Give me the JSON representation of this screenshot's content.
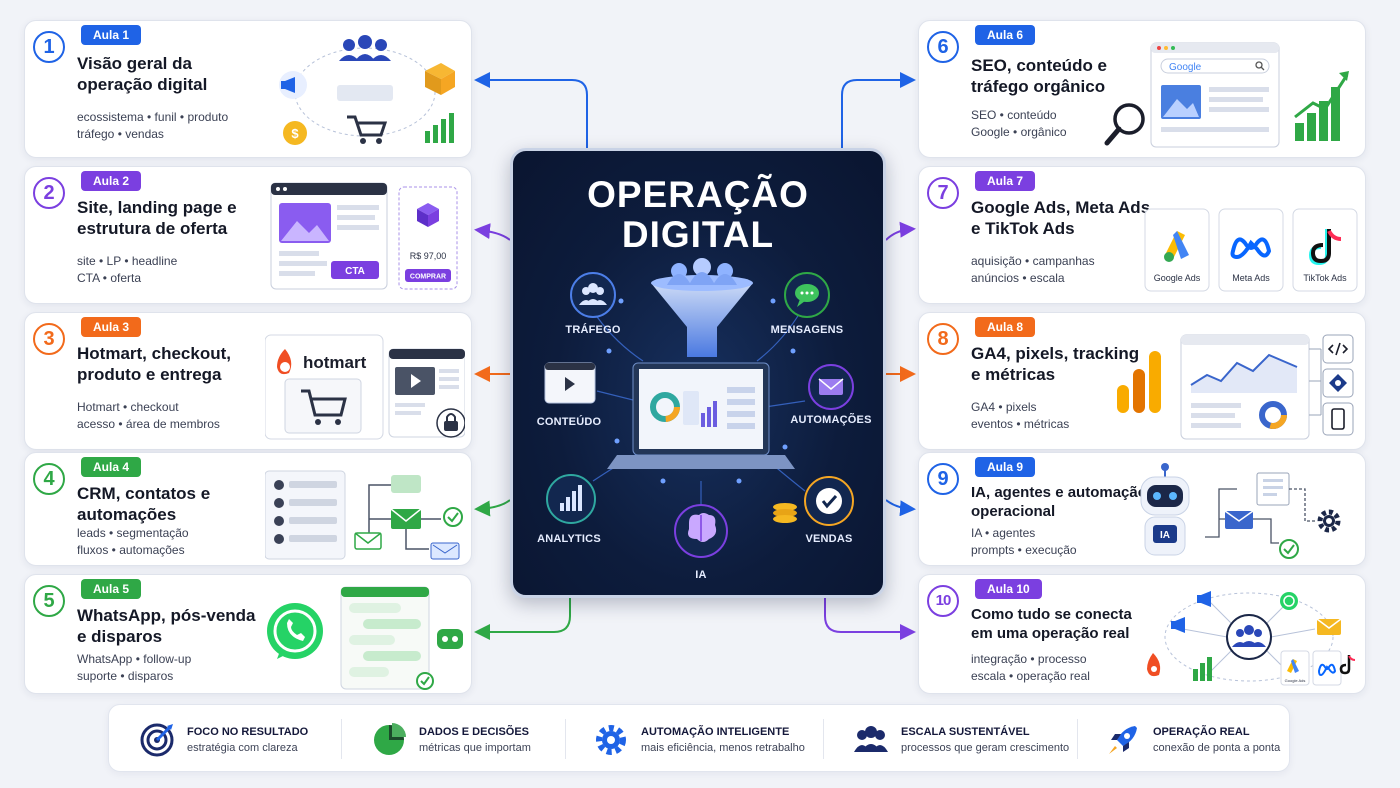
{
  "center": {
    "title_line1": "OPERAÇÃO",
    "title_line2": "DIGITAL",
    "nodes": {
      "trafego": "TRÁFEGO",
      "mensagens": "MENSAGENS",
      "conteudo": "CONTEÚDO",
      "automacoes": "AUTOMAÇÕES",
      "analytics": "ANALYTICS",
      "vendas": "VENDAS",
      "ia": "IA"
    }
  },
  "lessons": [
    {
      "num": "1",
      "badge": "Aula 1",
      "title": "Visão geral da operação digital",
      "tags_line1": "ecossistema  •  funil  •  produto",
      "tags_line2": "tráfego  •  vendas",
      "color": "#1f63e6"
    },
    {
      "num": "2",
      "badge": "Aula 2",
      "title": "Site, landing page e estrutura de oferta",
      "tags_line1": "site  •  LP  •  headline",
      "tags_line2": "CTA  •  oferta",
      "color": "#7b3fe0",
      "illus": {
        "cta": "CTA",
        "price": "R$ 97,00",
        "buy": "COMPRAR"
      }
    },
    {
      "num": "3",
      "badge": "Aula 3",
      "title": "Hotmart, checkout, produto e entrega",
      "tags_line1": "Hotmart  •  checkout",
      "tags_line2": "acesso  •  área de membros",
      "color": "#f26a1b",
      "illus": {
        "brand": "hotmart"
      }
    },
    {
      "num": "4",
      "badge": "Aula 4",
      "title": "CRM, contatos e automações",
      "tags_line1": "leads  •  segmentação",
      "tags_line2": "fluxos  •  automações",
      "color": "#2fa846"
    },
    {
      "num": "5",
      "badge": "Aula 5",
      "title": "WhatsApp, pós-venda e disparos",
      "tags_line1": "WhatsApp  •  follow-up",
      "tags_line2": "suporte  •  disparos",
      "color": "#2fa846"
    },
    {
      "num": "6",
      "badge": "Aula 6",
      "title": "SEO, conteúdo e tráfego orgânico",
      "tags_line1": "SEO  •  conteúdo",
      "tags_line2": "Google  •  orgânico",
      "color": "#1f63e6",
      "illus": {
        "brand": "Google"
      }
    },
    {
      "num": "7",
      "badge": "Aula 7",
      "title": "Google Ads, Meta Ads e TikTok Ads",
      "tags_line1": "aquisição  •  campanhas",
      "tags_line2": "anúncios  •  escala",
      "color": "#7b3fe0",
      "illus": {
        "a": "Google Ads",
        "b": "Meta Ads",
        "c": "TikTok Ads"
      }
    },
    {
      "num": "8",
      "badge": "Aula 8",
      "title": "GA4, pixels, tracking e métricas",
      "tags_line1": "GA4  •  pixels",
      "tags_line2": "eventos  •  métricas",
      "color": "#f26a1b"
    },
    {
      "num": "9",
      "badge": "Aula 9",
      "title": "IA, agentes e automação operacional",
      "tags_line1": "IA  •  agentes",
      "tags_line2": "prompts  •  execução",
      "color": "#1f63e6",
      "illus": {
        "ia": "IA"
      }
    },
    {
      "num": "10",
      "badge": "Aula 10",
      "title": "Como tudo se conecta em uma operação real",
      "tags_line1": "integração  •  processo",
      "tags_line2": "escala  •  operação real",
      "color": "#7b3fe0",
      "illus": {
        "g": "Google Ads"
      }
    }
  ],
  "footer": [
    {
      "title": "FOCO NO RESULTADO",
      "sub": "estratégia com clareza"
    },
    {
      "title": "DADOS E DECISÕES",
      "sub": "métricas que importam"
    },
    {
      "title": "AUTOMAÇÃO INTELIGENTE",
      "sub": "mais eficiência, menos retrabalho"
    },
    {
      "title": "ESCALA SUSTENTÁVEL",
      "sub": "processos que geram crescimento"
    },
    {
      "title": "OPERAÇÃO REAL",
      "sub": "conexão de ponta a ponta"
    }
  ],
  "colors": {
    "blue": "#1f63e6",
    "purple": "#7b3fe0",
    "orange": "#f26a1b",
    "green": "#2fa846",
    "navy": "#0d1c3c"
  }
}
